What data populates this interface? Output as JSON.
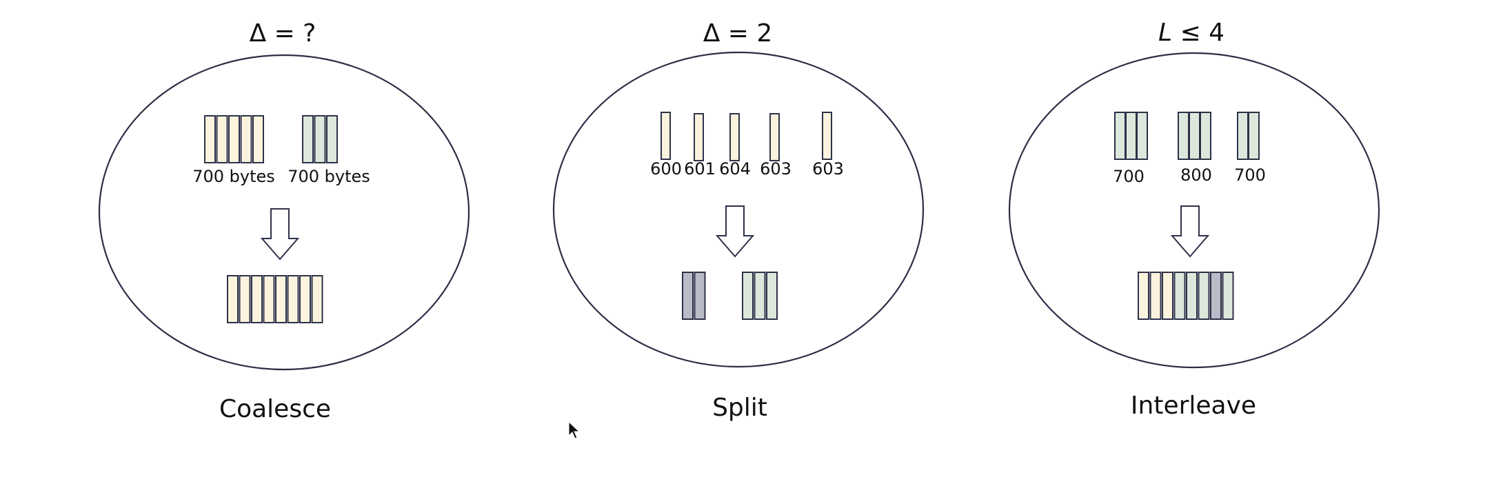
{
  "colors": {
    "cream": "#fbf3de",
    "mint": "#dde8dc",
    "gray": "#b9bcc6",
    "outline": "#2d3148"
  },
  "panels": [
    {
      "id": "coalesce",
      "heading": "Δ = ?",
      "heading_italic": false,
      "caption": "Coalesce",
      "input_groups": [
        {
          "count": 5,
          "color": "cream",
          "label": "700 bytes"
        },
        {
          "count": 3,
          "color": "mint",
          "label": "700 bytes"
        }
      ],
      "output_groups": [
        {
          "colors": [
            "cream",
            "cream",
            "cream",
            "cream",
            "cream",
            "cream",
            "cream",
            "cream"
          ]
        }
      ]
    },
    {
      "id": "split",
      "heading": "Δ = 2",
      "heading_italic": false,
      "caption": "Split",
      "input_groups": [
        {
          "count": 1,
          "color": "cream",
          "label": "600"
        },
        {
          "count": 1,
          "color": "cream",
          "label": "601"
        },
        {
          "count": 1,
          "color": "cream",
          "label": "604"
        },
        {
          "count": 1,
          "color": "cream",
          "label": "603"
        },
        {
          "count": 1,
          "color": "cream",
          "label": "603"
        }
      ],
      "output_groups": [
        {
          "colors": [
            "gray",
            "gray"
          ]
        },
        {
          "colors": [
            "mint",
            "mint",
            "mint"
          ]
        }
      ]
    },
    {
      "id": "interleave",
      "heading_var": "L",
      "heading": " ≤ 4",
      "heading_italic": true,
      "caption": "Interleave",
      "input_groups": [
        {
          "count": 3,
          "color": "mint",
          "label": "700"
        },
        {
          "count": 3,
          "color": "mint",
          "label": "800"
        },
        {
          "count": 2,
          "color": "mint",
          "label": "700"
        }
      ],
      "output_groups": [
        {
          "colors": [
            "cream",
            "cream",
            "cream",
            "mint",
            "mint",
            "mint",
            "gray",
            "mint"
          ]
        }
      ]
    }
  ]
}
